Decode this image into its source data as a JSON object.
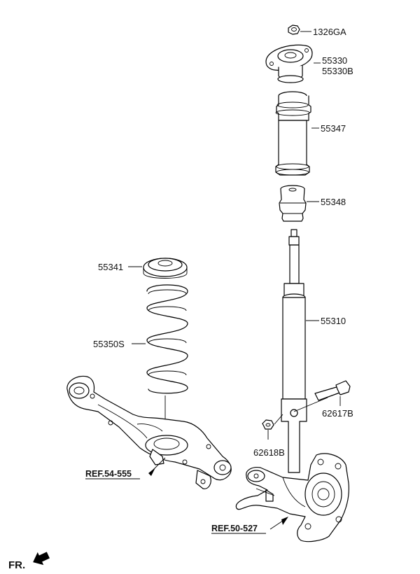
{
  "parts": {
    "p1326ga": "1326GA",
    "p55330": "55330",
    "p55330b": "55330B",
    "p55347": "55347",
    "p55348": "55348",
    "p55341": "55341",
    "p55310": "55310",
    "p55350s": "55350S",
    "p62617b": "62617B",
    "p62618b": "62618B"
  },
  "references": {
    "lower_arm": "REF.54-555",
    "knuckle": "REF.50-527"
  },
  "direction": {
    "label": "FR."
  }
}
